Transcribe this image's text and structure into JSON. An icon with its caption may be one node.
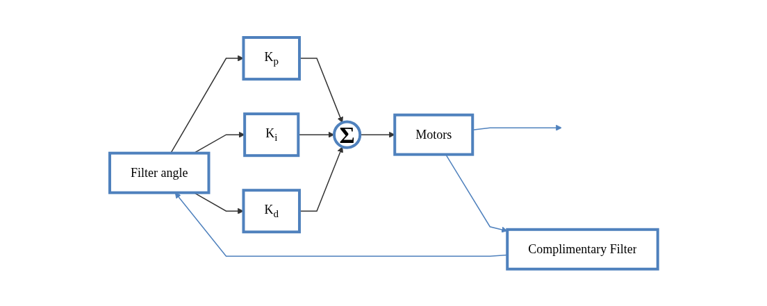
{
  "diagram": {
    "nodes": [
      {
        "text": [
          "Filter angle"
        ]
      },
      {
        "text": [
          "K$_{p}$"
        ]
      },
      {
        "text": [
          "K$_{i}$"
        ]
      },
      {
        "text": [
          "K$_{d}$"
        ]
      },
      {
        "text": [
          "Σ"
        ]
      },
      {
        "text": [
          "Motors"
        ]
      },
      {
        "text": [
          "Complimentary Filter"
        ]
      }
    ],
    "edges": [
      {
        "from": 0,
        "to": 1,
        "arrow": "to"
      },
      {
        "from": 0,
        "to": 2,
        "arrow": "to"
      },
      {
        "from": 0,
        "to": 3,
        "arrow": "to"
      },
      {
        "from": 1,
        "to": 4,
        "arrow": "to"
      },
      {
        "from": 2,
        "to": 4,
        "arrow": "to"
      },
      {
        "from": 3,
        "to": 4,
        "arrow": "to"
      },
      {
        "from": 4,
        "to": 5,
        "arrow": "to"
      },
      {
        "from": 5,
        "to": null,
        "arrow": "to",
        "color": "#4f81bd"
      },
      {
        "from": 5,
        "to": 6,
        "arrow": "to",
        "color": "#4f81bd"
      },
      {
        "from": 6,
        "to": 0,
        "arrow": "to",
        "color": "#4f81bd"
      }
    ]
  }
}
